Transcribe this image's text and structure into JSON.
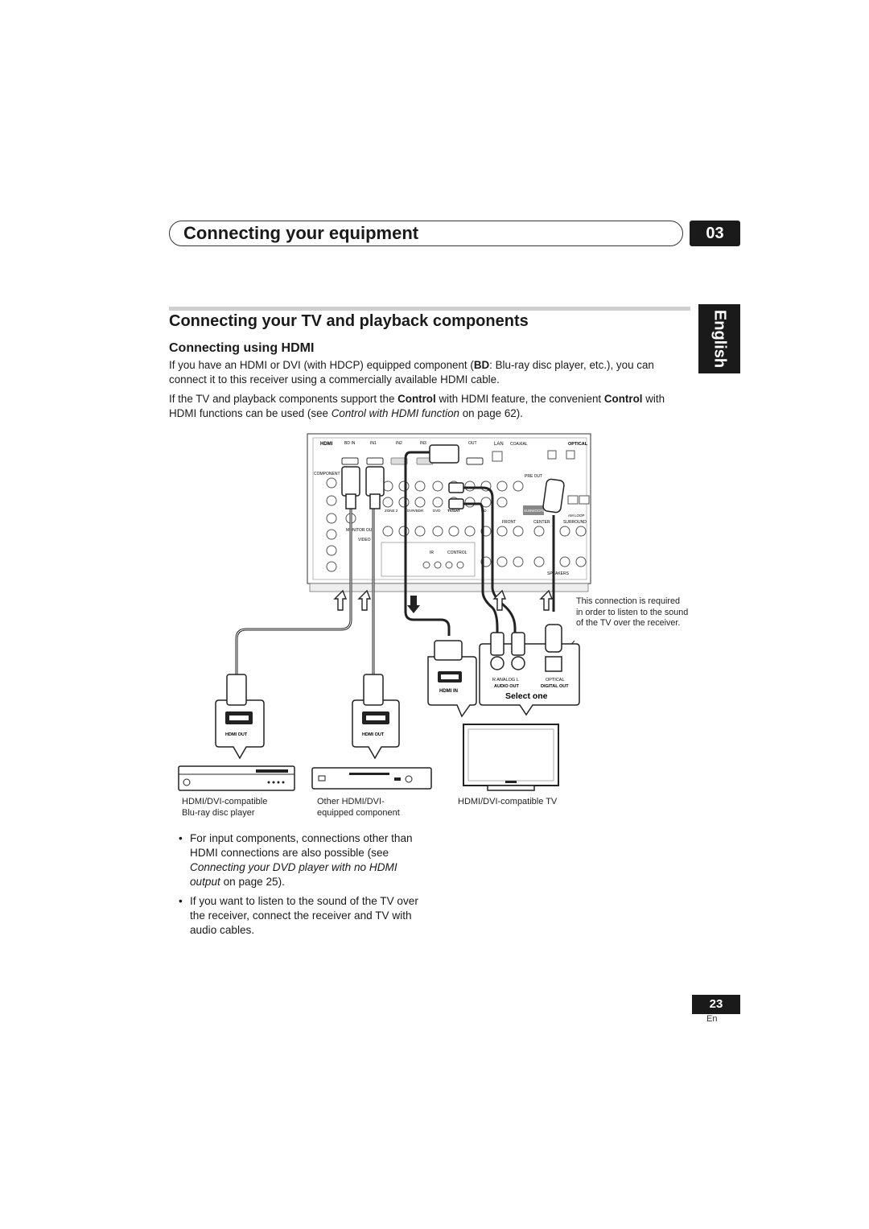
{
  "header": {
    "chapter_title": "Connecting your equipment",
    "chapter_number": "03"
  },
  "side_tab": {
    "language": "English"
  },
  "section": {
    "title": "Connecting your TV and playback components",
    "subtitle": "Connecting using HDMI",
    "para1": {
      "part1": "If you have an HDMI or DVI (with HDCP) equipped component (",
      "bold1": "BD",
      "part2": ": Blu-ray disc player, etc.), you can connect it to this receiver using a commercially available HDMI cable."
    },
    "para2": {
      "part1": "If the TV and playback components support the ",
      "bold1": "Control",
      "part2": " with HDMI feature, the convenient ",
      "bold2": "Control",
      "part3": " with HDMI functions can be used (see ",
      "italic1": "Control with HDMI function",
      "part4": " on page 62)."
    }
  },
  "diagram": {
    "receiver_labels": {
      "hdmi": "HDMI",
      "bd_in": "BD IN",
      "in1": "IN1",
      "in2": "IN2",
      "in3": "IN3",
      "out": "OUT",
      "lan": "LAN",
      "coaxial": "COAXIAL",
      "optical": "OPTICAL",
      "component": "COMPONENT",
      "pre_out": "PRE OUT",
      "subwoofer": "SUBWOOFER",
      "front": "FRONT",
      "center": "CENTER",
      "surround": "SURROUND",
      "monitor_out": "MONITOR OUT",
      "video": "VIDEO",
      "ir": "IR",
      "control": "CONTROL",
      "tv_sat": "TV/SAT",
      "dvd": "DVD",
      "zone2": "ZONE 2",
      "dvr_bdr": "DVR/BDR",
      "cd": "CD",
      "speakers": "SPEAKERS",
      "am_loop": "AM LOOP"
    },
    "tv_panel": {
      "hdmi_in": "HDMI IN",
      "analog": "R  ANALOG  L",
      "audio_out": "AUDIO OUT",
      "optical": "OPTICAL",
      "digital_out": "DIGITAL OUT",
      "select_one": "Select one"
    },
    "hdmi_out_label": "HDMI OUT",
    "note": "This connection is required in order to listen to the sound of the TV over the receiver.",
    "captions": {
      "bd_line1": "HDMI/DVI-compatible",
      "bd_line2": "Blu-ray disc player",
      "other_line1": "Other HDMI/DVI-",
      "other_line2": "equipped component",
      "tv": "HDMI/DVI-compatible TV"
    }
  },
  "bullets": [
    {
      "text1": "For input components, connections other than HDMI connections are also possible (see ",
      "italic": "Connecting your DVD player with no HDMI output",
      "text2": " on page 25)."
    },
    {
      "text1": "If you want to listen to the sound of the TV over the receiver, connect the receiver and TV with audio cables.",
      "italic": "",
      "text2": ""
    }
  ],
  "footer": {
    "page_number": "23",
    "page_lang": "En"
  }
}
